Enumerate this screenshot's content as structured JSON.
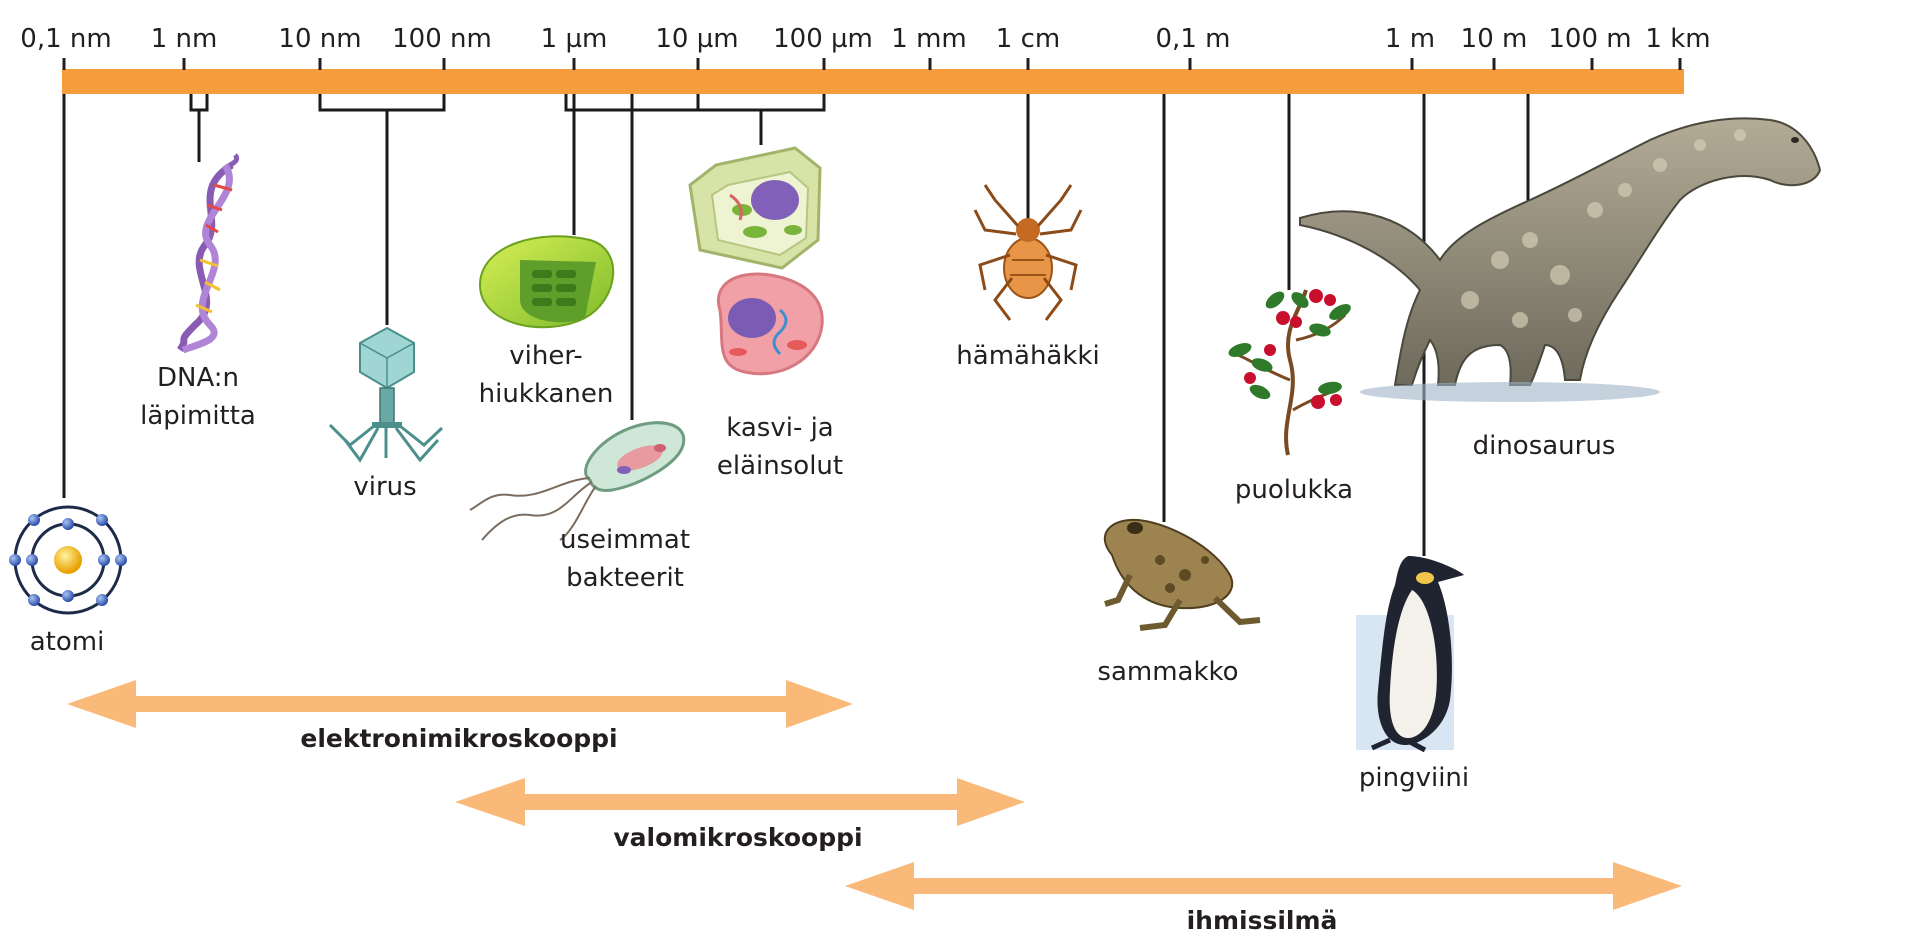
{
  "scale": {
    "ticks": [
      "0,1 nm",
      "1 nm",
      "10 nm",
      "100 nm",
      "1 µm",
      "10 µm",
      "100 µm",
      "1 mm",
      "1 cm",
      "0,1 m",
      "1 m",
      "10 m",
      "100 m",
      "1 km"
    ]
  },
  "items": {
    "atomi": "atomi",
    "dna_1": "DNA:n",
    "dna_2": "läpimitta",
    "virus": "virus",
    "viher_1": "viher-",
    "viher_2": "hiukkanen",
    "bakteerit_1": "useimmat",
    "bakteerit_2": "bakteerit",
    "solut_1": "kasvi- ja",
    "solut_2": "eläinsolut",
    "hamahakki": "hämähäkki",
    "sammakko": "sammakko",
    "puolukka": "puolukka",
    "pingviini": "pingviini",
    "dinosaurus": "dinosaurus"
  },
  "ranges": {
    "elektroni": "elektronimikroskooppi",
    "valo": "valomikroskooppi",
    "silma": "ihmissilmä"
  },
  "colors": {
    "scale_bar": "#f59d3d",
    "range_arrow": "#f9b978",
    "line": "#1a1a1a"
  }
}
